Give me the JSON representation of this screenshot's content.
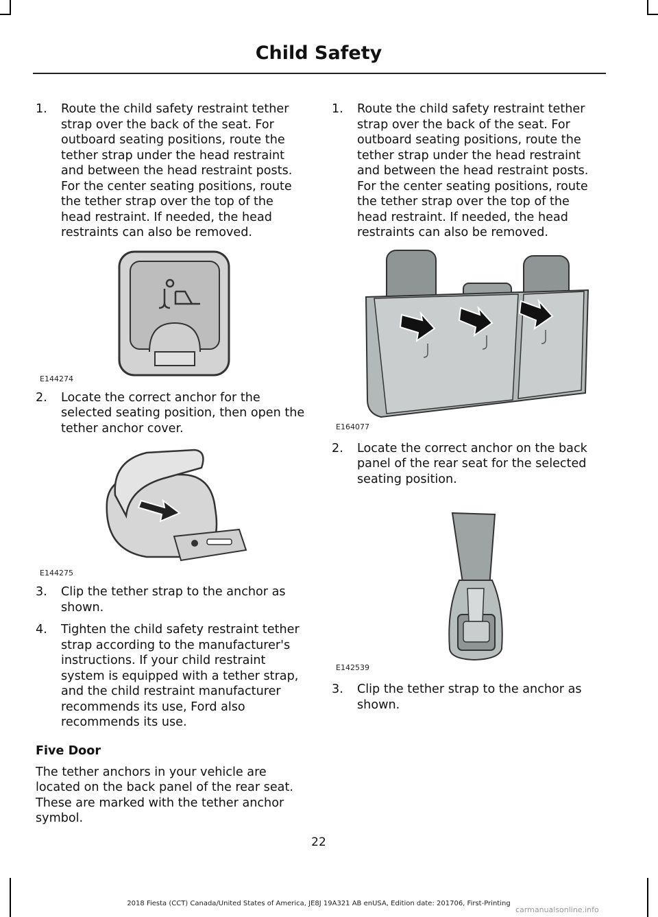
{
  "header": {
    "title": "Child Safety"
  },
  "left": {
    "step1": {
      "num": "1.",
      "text": "Route the child safety restraint tether strap over the back of the seat. For outboard seating positions, route the tether strap under the head restraint and between the head restraint posts. For the center seating positions, route the tether strap over the top of the head restraint. If needed, the head restraints can also be removed."
    },
    "fig1_code": "E144274",
    "step2": {
      "num": "2.",
      "text": "Locate the correct anchor for the selected seating position, then open the tether anchor cover."
    },
    "fig2_code": "E144275",
    "step3": {
      "num": "3.",
      "text": "Clip the tether strap to the anchor as shown."
    },
    "step4": {
      "num": "4.",
      "text": "Tighten the child safety restraint tether strap according to the manufacturer's instructions. If your child restraint system is equipped with a tether strap, and the child restraint manufacturer recommends its use, Ford also recommends its use."
    },
    "heading": "Five Door",
    "para": "The tether anchors in your vehicle are located on the back panel of the rear seat. These are marked with the tether anchor symbol."
  },
  "right": {
    "step1": {
      "num": "1.",
      "text": "Route the child safety restraint tether strap over the back of the seat. For outboard seating positions, route the tether strap under the head restraint and between the head restraint posts. For the center seating positions, route the tether strap over the top of the head restraint. If needed, the head restraints can also be removed."
    },
    "fig1_code": "E164077",
    "step2": {
      "num": "2.",
      "text": "Locate the correct anchor on the back panel of the rear seat for the selected seating position."
    },
    "fig2_code": "E142539",
    "step3": {
      "num": "3.",
      "text": "Clip the tether strap to the anchor as shown."
    }
  },
  "page_number": "22",
  "footer": "2018 Fiesta (CCT) Canada/United States of America, JE8J 19A321 AB enUSA, Edition date: 201706, First-Printing",
  "watermark": "carmanualsonline.info"
}
